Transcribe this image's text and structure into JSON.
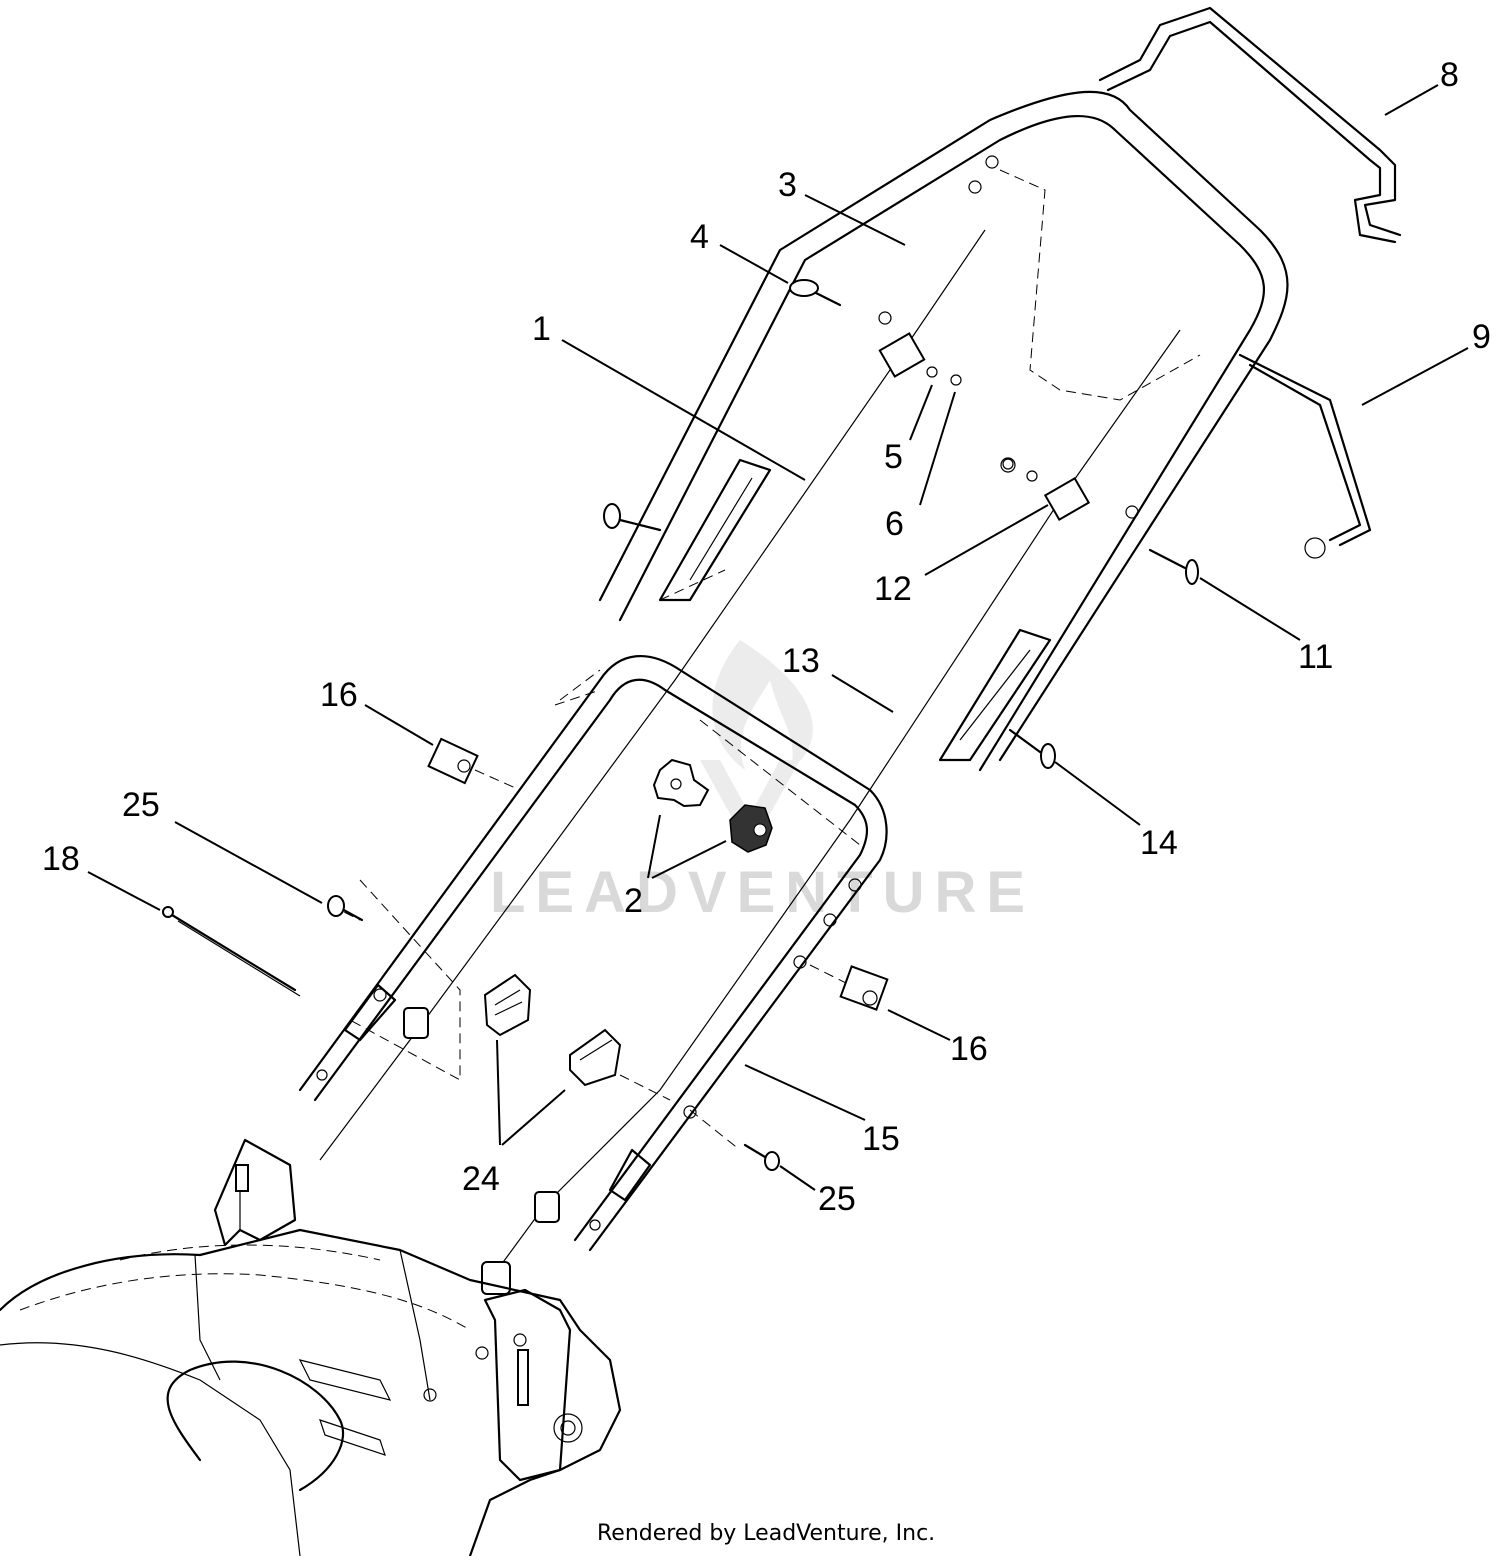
{
  "diagram": {
    "callouts": [
      {
        "id": "c1",
        "label": "1"
      },
      {
        "id": "c2",
        "label": "2"
      },
      {
        "id": "c3",
        "label": "3"
      },
      {
        "id": "c4",
        "label": "4"
      },
      {
        "id": "c5",
        "label": "5"
      },
      {
        "id": "c6",
        "label": "6"
      },
      {
        "id": "c8",
        "label": "8"
      },
      {
        "id": "c9",
        "label": "9"
      },
      {
        "id": "c11",
        "label": "11"
      },
      {
        "id": "c12",
        "label": "12"
      },
      {
        "id": "c13",
        "label": "13"
      },
      {
        "id": "c14",
        "label": "14"
      },
      {
        "id": "c15",
        "label": "15"
      },
      {
        "id": "c16a",
        "label": "16"
      },
      {
        "id": "c16b",
        "label": "16"
      },
      {
        "id": "c18",
        "label": "18"
      },
      {
        "id": "c24",
        "label": "24"
      },
      {
        "id": "c25a",
        "label": "25"
      },
      {
        "id": "c25b",
        "label": "25"
      }
    ],
    "watermark": "LEADVENTURE",
    "credit": "Rendered by LeadVenture, Inc."
  }
}
